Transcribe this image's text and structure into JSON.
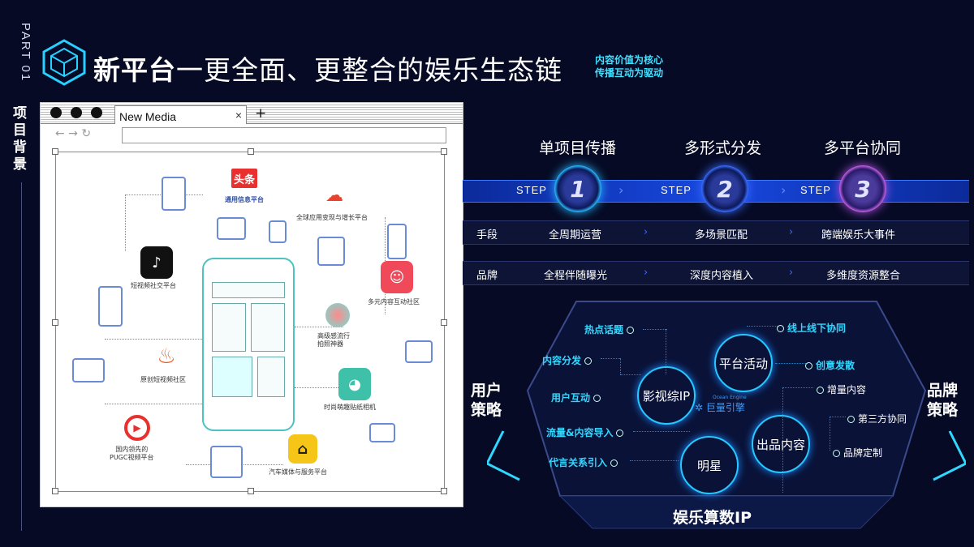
{
  "sidebar": {
    "part": "PART 01",
    "section": "项目背景"
  },
  "header": {
    "title_bold": "新平台",
    "title_rest": "一更全面、更整合的娱乐生态链",
    "tagline_1": "内容价值为核心",
    "tagline_2": "传播互动为驱动"
  },
  "browser": {
    "tab_label": "New Media",
    "tab_close": "×",
    "new_tab": "+",
    "nav": "← → ↻"
  },
  "ecosystem": {
    "toutiao_logo": "头条",
    "toutiao": "通用信息平台",
    "cloud": "全球应用变现与增长平台",
    "douyin": "短视频社交平台",
    "duoshan": "多元内容互动社区",
    "camera_app": "高级感流行\n拍照神器",
    "huoshan": "原创短视频社区",
    "faceu": "时尚萌趣贴纸相机",
    "xigua": "国内领先的\nPUGC视频平台",
    "dongchedi": "汽车媒体与服务平台"
  },
  "steps": [
    {
      "title": "单项目传播",
      "step": "STEP",
      "num": "1"
    },
    {
      "title": "多形式分发",
      "step": "STEP",
      "num": "2"
    },
    {
      "title": "多平台协同",
      "step": "STEP",
      "num": "3"
    }
  ],
  "rows": [
    {
      "label": "手段",
      "values": [
        "全周期运营",
        "多场景匹配",
        "跨端娱乐大事件"
      ]
    },
    {
      "label": "品牌",
      "values": [
        "全程伴随曝光",
        "深度内容植入",
        "多维度资源整合"
      ]
    }
  ],
  "ip_diagram": {
    "left_side": "用户\n策略",
    "right_side": "品牌\n策略",
    "bottom": "娱乐算数IP",
    "center_logo": "巨量引擎",
    "center_logo_en": "Ocean Engine",
    "rings": {
      "film": "影视综IP",
      "platform": "平台活动",
      "star": "明星",
      "product": "出品内容"
    },
    "left_labels": [
      "热点话题",
      "内容分发",
      "用户互动",
      "流量&内容导入",
      "代言关系引入"
    ],
    "top_right_labels": [
      "线上线下协同",
      "创意发散"
    ],
    "right_labels": [
      "增量内容",
      "第三方协同",
      "品牌定制"
    ]
  },
  "colors": {
    "accent": "#26c9ff",
    "background": "#060a24",
    "step_bar": "#1848e0"
  }
}
